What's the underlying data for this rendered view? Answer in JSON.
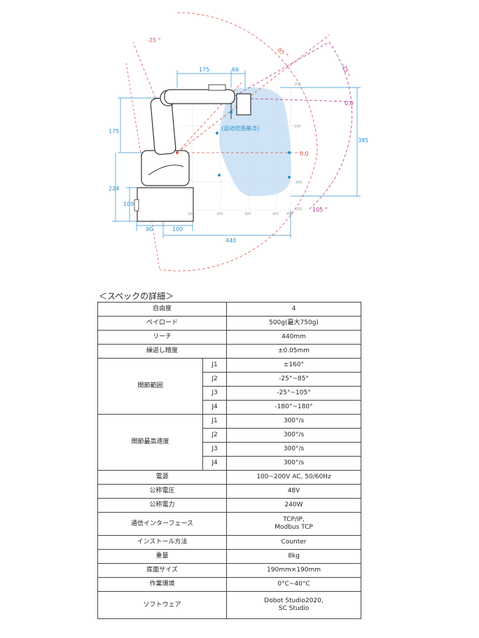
{
  "diagram": {
    "dimensions": {
      "d175_top": "175",
      "d66": "66",
      "d175_left": "175",
      "d224": "224",
      "d109": "109",
      "d90": "90",
      "d100": "100",
      "d440": "440",
      "d385": "385"
    },
    "angles": {
      "j2_neg": "-25 °",
      "j2_pos": "85 °",
      "j3_neg": "-25 °",
      "j3_pos": "105 °",
      "zero_upper": "0,0",
      "zero_lower": "0,0"
    },
    "base_point_label": "(运动范围基点)",
    "axis_ticks_x": [
      "100",
      "200",
      "300",
      "400",
      "450"
    ],
    "axis_ticks_y": [
      "250",
      "100",
      "-100",
      "-200"
    ],
    "colors": {
      "dimension": "#2b8fd0",
      "angle_red": "#d9534f",
      "angle_purple": "#b0308a",
      "workspace": "#cfe3f6"
    }
  },
  "spec": {
    "heading": "＜スペックの詳細＞",
    "rows": {
      "dof": {
        "label": "自由度",
        "value": "4"
      },
      "payload": {
        "label": "ペイロード",
        "value": "500g(最大750g)"
      },
      "reach": {
        "label": "リーチ",
        "value": "440mm"
      },
      "repeat": {
        "label": "繰返し精度",
        "value": "±0.05mm"
      },
      "range": {
        "label": "関節範囲",
        "j1": {
          "joint": "J1",
          "value": "±160°"
        },
        "j2": {
          "joint": "J2",
          "value": "-25°~85°"
        },
        "j3": {
          "joint": "J3",
          "value": "-25°~105°"
        },
        "j4": {
          "joint": "J4",
          "value": "-180°~180°"
        }
      },
      "speed": {
        "label": "関節最高速度",
        "j1": {
          "joint": "J1",
          "value": "300°/s"
        },
        "j2": {
          "joint": "J2",
          "value": "300°/s"
        },
        "j3": {
          "joint": "J3",
          "value": "300°/s"
        },
        "j4": {
          "joint": "J4",
          "value": "300°/s"
        }
      },
      "power": {
        "label": "電源",
        "value": "100~200V AC, 50/60Hz"
      },
      "voltage": {
        "label": "公称電圧",
        "value": "48V"
      },
      "wattage": {
        "label": "公称電力",
        "value": "240W"
      },
      "comm": {
        "label": "通信インターフェース",
        "value_line1": "TCP/IP,",
        "value_line2": "Modbus TCP"
      },
      "install": {
        "label": "インストール方法",
        "value": "Counter"
      },
      "weight": {
        "label": "重量",
        "value": "8kg"
      },
      "base": {
        "label": "底面サイズ",
        "value": "190mm×190mm"
      },
      "env": {
        "label": "作業環境",
        "value": "0°C~40°C"
      },
      "software": {
        "label": "ソフトウェア",
        "value_line1": "Dobot Studio2020,",
        "value_line2": "SC Studio"
      }
    }
  }
}
